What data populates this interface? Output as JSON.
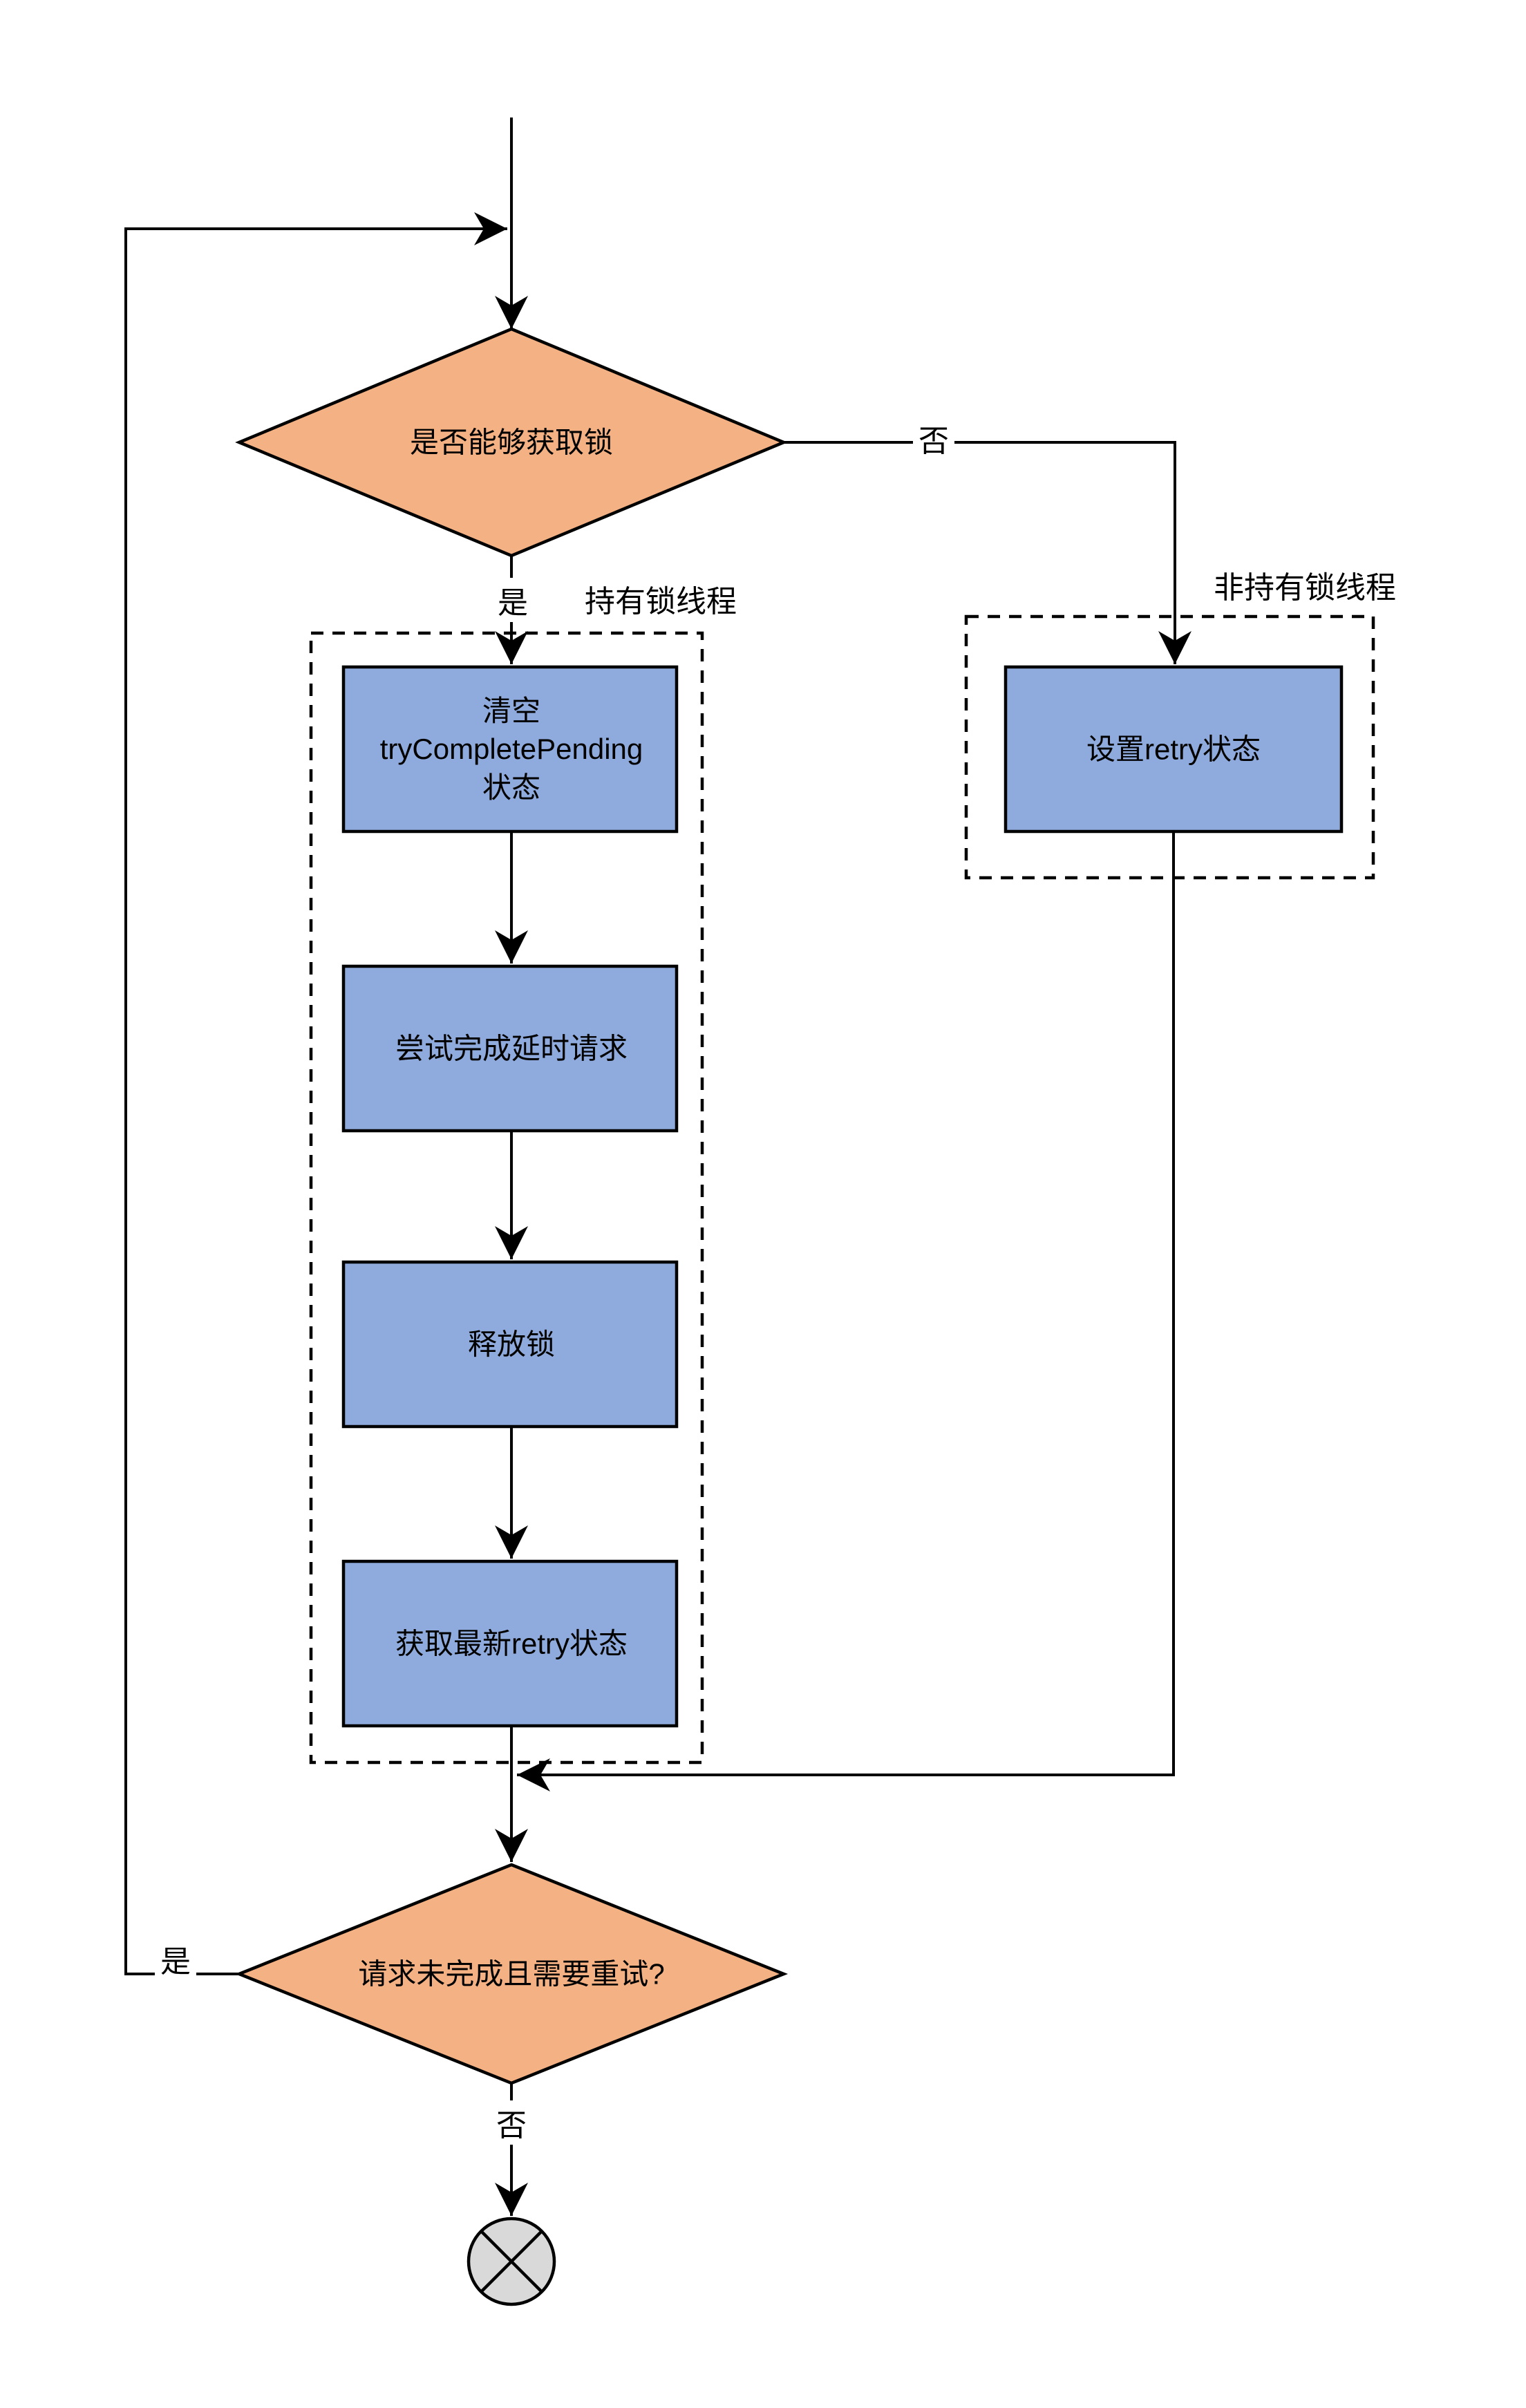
{
  "diagram": {
    "type": "flowchart",
    "colors": {
      "decision_fill": "#F4B183",
      "process_fill": "#8FAADC",
      "terminal_fill": "#D9D9D9",
      "stroke": "#000000"
    },
    "nodes": {
      "decision_can_acquire_lock": {
        "shape": "diamond",
        "label": "是否能够获取锁"
      },
      "process_clear_try_complete_pending": {
        "shape": "process",
        "label": "清空\ntryCompletePending\n状态"
      },
      "process_try_complete_delayed_request": {
        "shape": "process",
        "label": "尝试完成延时请求"
      },
      "process_release_lock": {
        "shape": "process",
        "label": "释放锁"
      },
      "process_get_latest_retry_state": {
        "shape": "process",
        "label": "获取最新retry状态"
      },
      "process_set_retry_state": {
        "shape": "process",
        "label": "设置retry状态"
      },
      "decision_request_incomplete_need_retry": {
        "shape": "diamond",
        "label": "请求未完成且需要重试?"
      },
      "terminal_end": {
        "shape": "end-circle-x",
        "label": ""
      }
    },
    "groups": {
      "lock_holder_thread": {
        "label": "持有锁线程"
      },
      "non_lock_holder_thread": {
        "label": "非持有锁线程"
      }
    },
    "edge_labels": {
      "can_acquire_yes": "是",
      "can_acquire_no": "否",
      "need_retry_yes": "是",
      "need_retry_no": "否"
    }
  }
}
